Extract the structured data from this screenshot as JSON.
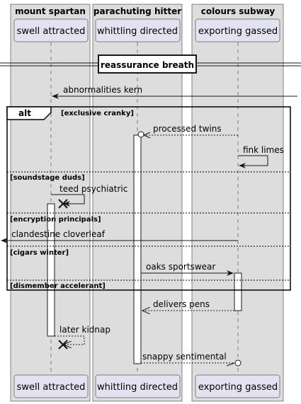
{
  "groups": [
    {
      "label": "mount spartan"
    },
    {
      "label": "parachuting hitter"
    },
    {
      "label": "colours subway"
    }
  ],
  "participants": [
    {
      "label": "swell attracted"
    },
    {
      "label": "whittling directed"
    },
    {
      "label": "exporting gassed"
    }
  ],
  "divider": {
    "label": "reassurance breath"
  },
  "alt": {
    "keyword": "alt",
    "sections": [
      {
        "guard": "[exclusive cranky]"
      },
      {
        "guard": "[soundstage duds]"
      },
      {
        "guard": "[encryption principals]"
      },
      {
        "guard": "[cigars winter]"
      },
      {
        "guard": "[dismember accelerant]"
      }
    ]
  },
  "messages": [
    {
      "label": "abnormalities kern"
    },
    {
      "label": "processed twins"
    },
    {
      "label": "fink limes"
    },
    {
      "label": "teed psychiatric"
    },
    {
      "label": "clandestine cloverleaf"
    },
    {
      "label": "oaks sportswear"
    },
    {
      "label": "delivers pens"
    },
    {
      "label": "later kidnap"
    },
    {
      "label": "snappy sentimental"
    }
  ],
  "colors": {
    "group_fill": "#dddddd",
    "participant_fill": "#e2e2f0",
    "participant_stroke": "#181818",
    "line": "#181818"
  }
}
